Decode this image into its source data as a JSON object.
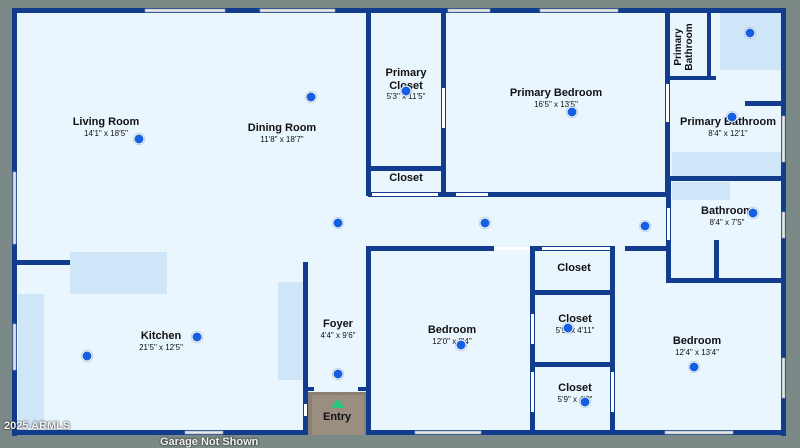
{
  "rooms": {
    "living": {
      "name": "Living Room",
      "dims": "14'1\" x 18'5\""
    },
    "dining": {
      "name": "Dining Room",
      "dims": "11'8\" x 18'7\""
    },
    "primary_closet": {
      "name": "Primary Closet",
      "dims": "5'3\" x 11'5\""
    },
    "primary_bedroom": {
      "name": "Primary Bedroom",
      "dims": "16'5\" x 13'5\""
    },
    "primary_bathroom_small": {
      "name": "Primary Bathroom"
    },
    "primary_bathroom": {
      "name": "Primary Bathroom",
      "dims": "8'4\" x 12'1\""
    },
    "hall_closet": {
      "name": "Closet"
    },
    "bathroom": {
      "name": "Bathroom",
      "dims": "8'4\" x 7'5\""
    },
    "kitchen": {
      "name": "Kitchen",
      "dims": "21'5\" x 12'5\""
    },
    "foyer": {
      "name": "Foyer",
      "dims": "4'4\" x 9'6\""
    },
    "bedroom_a": {
      "name": "Bedroom",
      "dims": "12'0\" x 8'4\""
    },
    "closet_top": {
      "name": "Closet"
    },
    "closet_mid": {
      "name": "Closet",
      "dims": "5'9\" x 4'11\""
    },
    "closet_bottom": {
      "name": "Closet",
      "dims": "5'9\" x 4'0\""
    },
    "bedroom_b": {
      "name": "Bedroom",
      "dims": "12'4\" x 13'4\""
    }
  },
  "entry_label": "Entry",
  "footer": {
    "copyright": "2025 ARMLS",
    "garage_note": "Garage Not Shown"
  },
  "colors": {
    "wall": "#123d8f",
    "floor": "#eaf6fd",
    "furniture": "#cfe5f8",
    "marker": "#1560e0",
    "entry": "#25c77c"
  },
  "marker_icon": "360-view-marker-icon"
}
